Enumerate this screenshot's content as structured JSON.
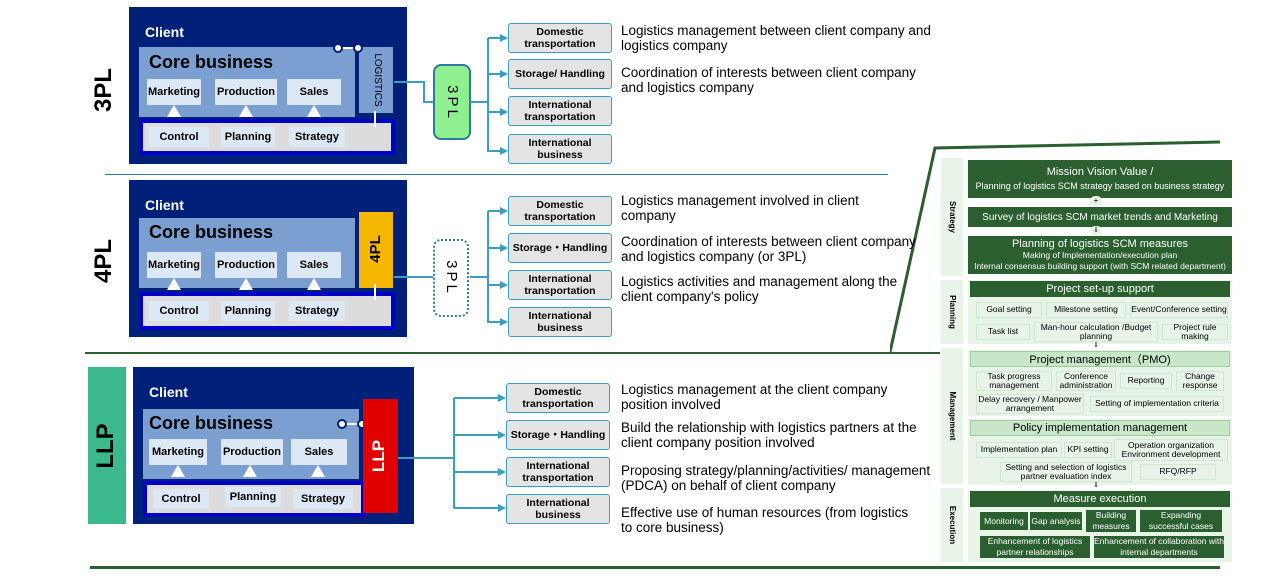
{
  "sections": {
    "p3": {
      "label": "3PL",
      "client": "Client",
      "core": "Core business",
      "functions": [
        "Marketing",
        "Production",
        "Sales"
      ],
      "controls": [
        "Control",
        "Planning",
        "Strategy"
      ],
      "side": "LOGISTICS",
      "provider": "3PL",
      "services": [
        "Domestic transportation",
        "Storage/ Handling",
        "International transportation",
        "International business"
      ],
      "descriptions": [
        "Logistics management between client company and logistics company",
        "Coordination of interests between client company and logistics company"
      ]
    },
    "p4": {
      "label": "4PL",
      "client": "Client",
      "core": "Core business",
      "functions": [
        "Marketing",
        "Production",
        "Sales"
      ],
      "controls": [
        "Control",
        "Planning",
        "Strategy"
      ],
      "side": "4PL",
      "provider": "3PL",
      "services": [
        "Domestic transportation",
        "Storage・Handling",
        "International transportation",
        "International business"
      ],
      "descriptions": [
        "Logistics management involved in client company",
        "Coordination of interests between client company and logistics company (or 3PL)",
        "Logistics activities and management along the client company's policy"
      ]
    },
    "llp": {
      "label": "LLP",
      "client": "Client",
      "core": "Core business",
      "functions": [
        "Marketing",
        "Production",
        "Sales"
      ],
      "controls": [
        "Control",
        "Planning",
        "Strategy"
      ],
      "side": "LLP",
      "services": [
        "Domestic transportation",
        "Storage・Handling",
        "International transportation",
        "International business"
      ],
      "descriptions": [
        "Logistics management at the client company position involved",
        "Build the relationship with logistics partners at the client company position involved",
        "Proposing strategy/planning/activities/ management (PDCA) on behalf of client company",
        "Effective use of human resources (from logistics to core business)"
      ]
    }
  },
  "process": {
    "phases": [
      "Strategy",
      "Planning",
      "Management",
      "Execution"
    ],
    "mission_line1": "Mission Vision Value /",
    "mission_line2": "Planning of logistics SCM strategy based on business strategy",
    "survey": "Survey of logistics SCM market trends and Marketing",
    "measures_title": "Planning of logistics SCM measures",
    "measures_sub1": "Making of Implementation/execution plan",
    "measures_sub2": "Internal consensus building support (with SCM related department)",
    "setup_head": "Project set-up support",
    "setup_items": [
      "Goal setting",
      "Milestone setting",
      "Event/Conference setting",
      "Task list",
      "Man-hour calculation /Budget planning",
      "Project rule making"
    ],
    "pmo_head": "Project management（PMO)",
    "pmo_items": [
      "Task progress management",
      "Conference administration",
      "Reporting",
      "Change response",
      "Delay recovery / Manpower arrangement",
      "Setting of implementation criteria"
    ],
    "policy_head": "Policy implementation management",
    "policy_items": [
      "Implementation plan",
      "KPI setting",
      "Operation organization Environment development",
      "Setting and selection of logistics partner evaluation index",
      "RFQ/RFP"
    ],
    "exec_head": "Measure execution",
    "exec_items": [
      "Monitoring",
      "Gap analysis",
      "Building measures",
      "Expanding successful cases",
      "Enhancement of logistics partner relationships",
      "Enhancement of collaboration with internal departments"
    ],
    "plus": "+",
    "down1": "⇓",
    "down2": "⇓",
    "down3": "⇓",
    "down4": "⇓"
  },
  "colors": {
    "client_bg": "#00207a",
    "core_bg": "#7b9fd1",
    "llp_tag": "#3cb88e",
    "green_box": "#2b5f2f",
    "provider_3pl": "#8ef08e",
    "box_4pl": "#f5b700",
    "box_llp": "#e00000"
  }
}
